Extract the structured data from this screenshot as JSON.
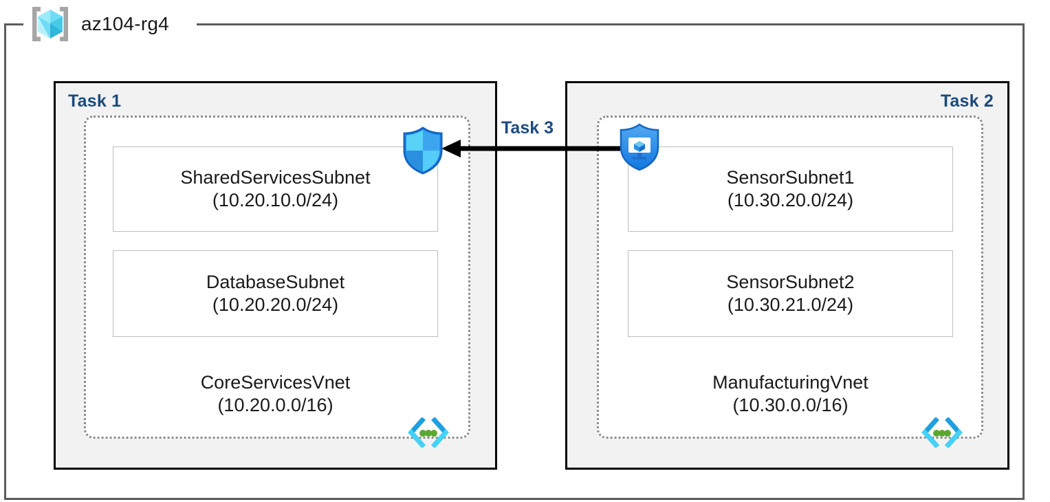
{
  "resource_group": {
    "name": "az104-rg4",
    "icon": "azure-resource-group-cube-icon"
  },
  "tasks": [
    {
      "id": "task1",
      "label": "Task 1"
    },
    {
      "id": "task2",
      "label": "Task 2"
    },
    {
      "id": "task3",
      "label": "Task 3"
    }
  ],
  "vnets": [
    {
      "id": "core-services-vnet",
      "name": "CoreServicesVnet",
      "cidr": "(10.20.0.0/16)",
      "icon": "virtual-network-icon",
      "subnets": [
        {
          "name": "SharedServicesSubnet",
          "cidr": "(10.20.10.0/24)"
        },
        {
          "name": "DatabaseSubnet",
          "cidr": "(10.20.20.0/24)"
        }
      ]
    },
    {
      "id": "manufacturing-vnet",
      "name": "ManufacturingVnet",
      "cidr": "(10.30.0.0/16)",
      "icon": "virtual-network-icon",
      "subnets": [
        {
          "name": "SensorSubnet1",
          "cidr": "(10.30.20.0/24)"
        },
        {
          "name": "SensorSubnet2",
          "cidr": "(10.30.21.0/24)"
        }
      ]
    }
  ],
  "icons": {
    "left_shield": "network-security-group-shield-icon",
    "right_shield": "vm-protection-shield-icon",
    "vnet_glyph": "virtual-network-brackets-icon"
  },
  "connection": {
    "label": "Task 3",
    "direction": "right-to-left",
    "from": "ManufacturingVnet",
    "to": "CoreServicesVnet"
  },
  "colors": {
    "task_label": "#1b4b7e",
    "container_fill": "#f2f2f2",
    "container_border": "#000000",
    "vnet_border": "#8c8c8c",
    "subnet_border": "#bdbdbd",
    "frame": "#5c5c5c",
    "arrow": "#000000",
    "cube_light": "#7fe3fb",
    "cube_dark": "#32b5d9",
    "shield_blue": "#1b8ceb",
    "glyph_cyan": "#32c5f4",
    "glyph_green": "#5aa832"
  }
}
